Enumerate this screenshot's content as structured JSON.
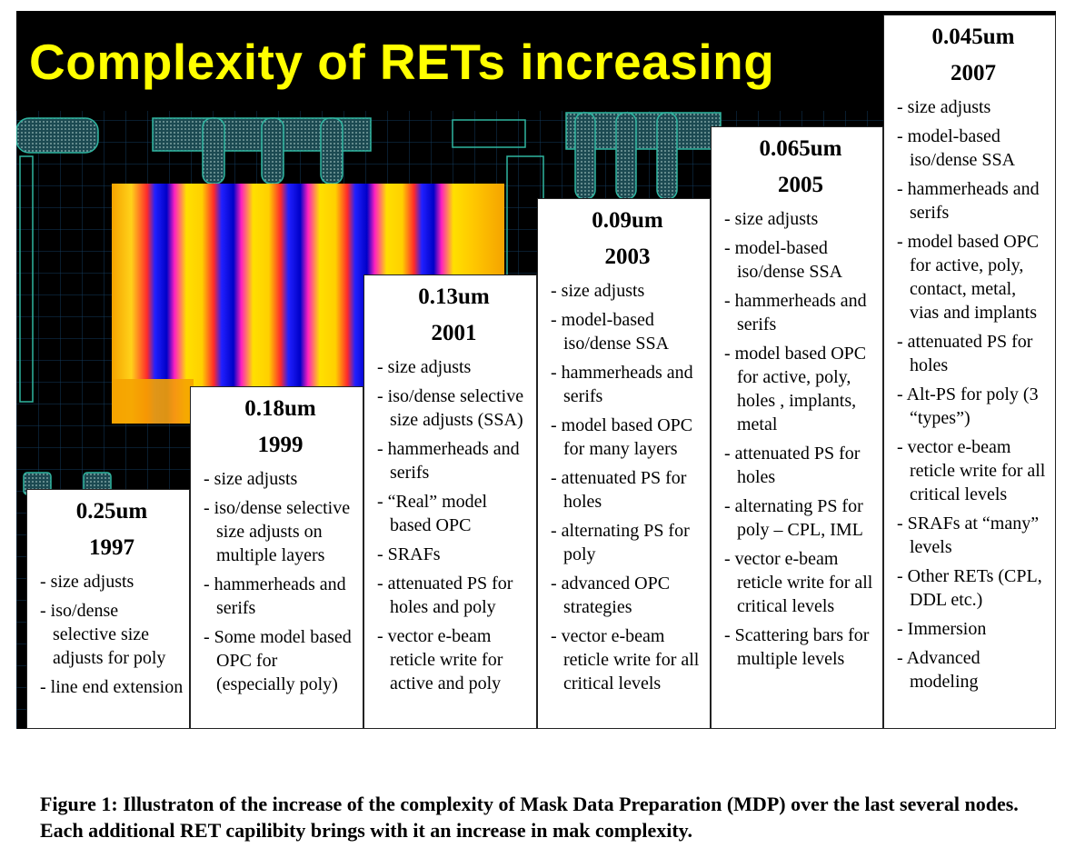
{
  "title": "Complexity of RETs increasing",
  "colors": {
    "title": "#ffff00",
    "background": "#000000",
    "layout_lines": "#2fb5a0",
    "grid": "#123a5c"
  },
  "nodes": [
    {
      "size": "0.25um",
      "year": "1997",
      "items": [
        "size adjusts",
        "iso/dense selective size adjusts for poly",
        "line end extension"
      ]
    },
    {
      "size": "0.18um",
      "year": "1999",
      "items": [
        "size adjusts",
        "iso/dense selective size adjusts on multiple layers",
        "hammerheads and serifs",
        "Some model based OPC for (especially poly)"
      ]
    },
    {
      "size": "0.13um",
      "year": "2001",
      "items": [
        "size adjusts",
        "iso/dense selective size adjusts (SSA)",
        "hammerheads and serifs",
        "“Real” model based OPC",
        "SRAFs",
        "attenuated PS for holes and poly",
        "vector e-beam reticle write for active and poly"
      ]
    },
    {
      "size": "0.09um",
      "year": "2003",
      "items": [
        "size adjusts",
        "model-based iso/dense SSA",
        "hammerheads and serifs",
        "model based OPC for many layers",
        "attenuated PS for holes",
        "alternating PS for poly",
        "advanced OPC strategies",
        "vector e-beam reticle write for all critical levels"
      ]
    },
    {
      "size": "0.065um",
      "year": "2005",
      "items": [
        "size adjusts",
        "model-based iso/dense SSA",
        "hammerheads and serifs",
        "model based OPC for active, poly, holes , implants, metal",
        "attenuated PS for holes",
        "alternating PS for poly – CPL, IML",
        "vector e-beam reticle write for all critical levels",
        "Scattering bars for multiple levels"
      ]
    },
    {
      "size": "0.045um",
      "year": "2007",
      "items": [
        "size adjusts",
        "model-based iso/dense SSA",
        "hammerheads and serifs",
        "model based OPC for active, poly, contact, metal, vias and implants",
        "attenuated PS for holes",
        "Alt-PS for poly (3 “types”)",
        "vector e-beam reticle write for all critical levels",
        "SRAFs at “many” levels",
        "Other RETs (CPL, DDL etc.)",
        "Immersion",
        "Advanced modeling"
      ]
    }
  ],
  "caption": "Figure 1:  Illustraton of the increase of the complexity of Mask Data Preparation (MDP)  over the last several nodes.  Each additional RET capilibity brings with it an increase in mak complexity."
}
